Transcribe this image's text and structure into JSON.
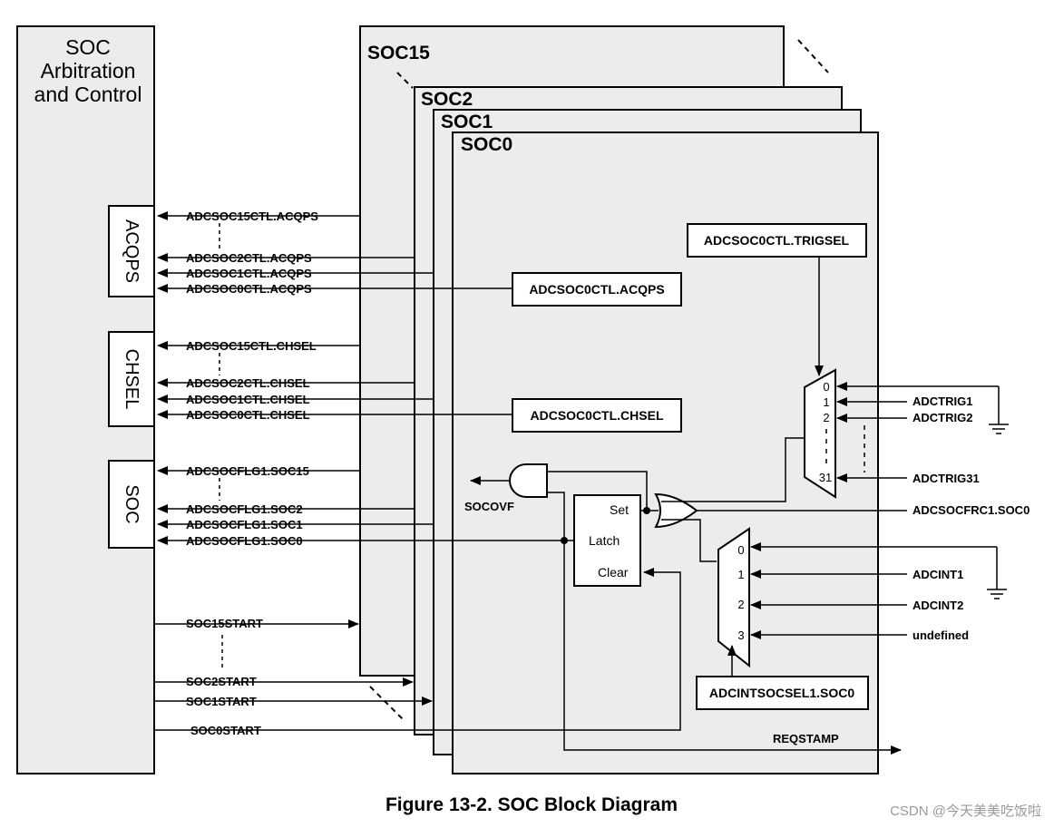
{
  "arbitration": {
    "line1": "SOC",
    "line2": "Arbitration",
    "line3": "and Control"
  },
  "blocks": {
    "acqps": "ACQPS",
    "chsel": "CHSEL",
    "soc": "SOC"
  },
  "stack": {
    "soc15": "SOC15",
    "soc2": "SOC2",
    "soc1": "SOC1",
    "soc0": "SOC0"
  },
  "acqps_signals": [
    "ADCSOC15CTL.ACQPS",
    "ADCSOC2CTL.ACQPS",
    "ADCSOC1CTL.ACQPS",
    "ADCSOC0CTL.ACQPS"
  ],
  "chsel_signals": [
    "ADCSOC15CTL.CHSEL",
    "ADCSOC2CTL.CHSEL",
    "ADCSOC1CTL.CHSEL",
    "ADCSOC0CTL.CHSEL"
  ],
  "flag_signals": [
    "ADCSOCFLG1.SOC15",
    "ADCSOCFLG1.SOC2",
    "ADCSOCFLG1.SOC1",
    "ADCSOCFLG1.SOC0"
  ],
  "start_signals": [
    "SOC15START",
    "SOC2START",
    "SOC1START",
    "SOC0START"
  ],
  "registers": {
    "trigsel": "ADCSOC0CTL.TRIGSEL",
    "acqps": "ADCSOC0CTL.ACQPS",
    "chsel": "ADCSOC0CTL.CHSEL",
    "intsocsel": "ADCINTSOCSEL1.SOC0"
  },
  "trig_mux": {
    "inputs": [
      "0",
      "1",
      "2",
      "31"
    ]
  },
  "trig_inputs": [
    "ADCTRIG1",
    "ADCTRIG2",
    "ADCTRIG31"
  ],
  "frc": "ADCSOCFRC1.SOC0",
  "int_mux": {
    "inputs": [
      "0",
      "1",
      "2",
      "3"
    ]
  },
  "int_inputs": [
    "ADCINT1",
    "ADCINT2",
    "undefined"
  ],
  "latch": {
    "set": "Set",
    "latch": "Latch",
    "clear": "Clear"
  },
  "socovf": "SOCOVF",
  "reqstamp": "REQSTAMP",
  "caption": "Figure 13-2. SOC Block Diagram",
  "watermark": "CSDN @今天美美吃饭啦"
}
